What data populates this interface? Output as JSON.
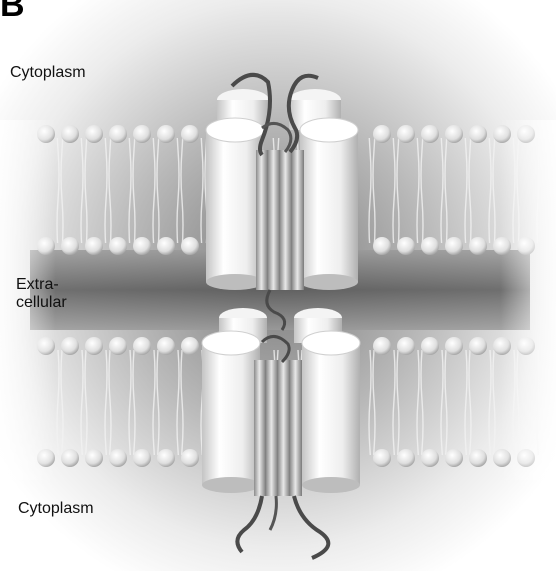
{
  "figure": {
    "panel_letter": "B",
    "labels": {
      "cytoplasm_top": "Cytoplasm",
      "extracellular_line1": "Extra-",
      "extracellular_line2": "cellular",
      "cytoplasm_bottom": "Cytoplasm"
    }
  }
}
